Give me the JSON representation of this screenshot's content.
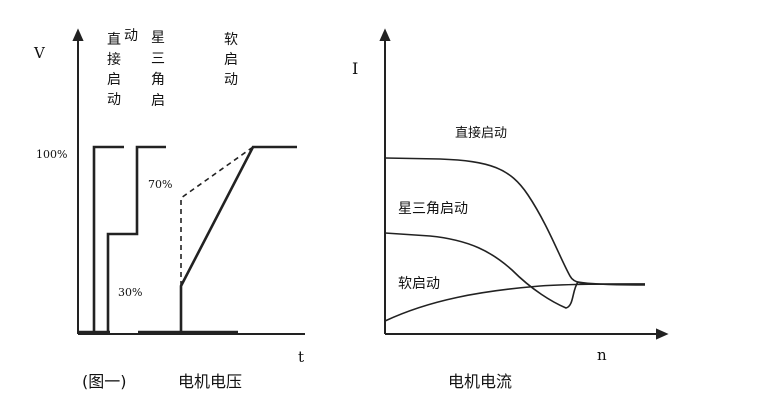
{
  "left_chart": {
    "y_axis_label": "V",
    "x_axis_label": "t",
    "method_labels": {
      "direct": [
        "直",
        "接",
        "启",
        "动"
      ],
      "star_delta": [
        "星",
        "三",
        "角",
        "启"
      ],
      "soft": [
        "软",
        "启",
        "动"
      ]
    },
    "level_labels": {
      "full": "100%",
      "seventy": "70%",
      "thirty": "30%"
    }
  },
  "right_chart": {
    "y_axis_label": "I",
    "x_axis_label": "n",
    "curve_labels": {
      "direct": "直接启动",
      "star_delta": "星三角启动",
      "soft": "软启动"
    }
  },
  "captions": {
    "figure_number": "(图一)",
    "left_title": "电机电压",
    "right_title": "电机电流"
  }
}
